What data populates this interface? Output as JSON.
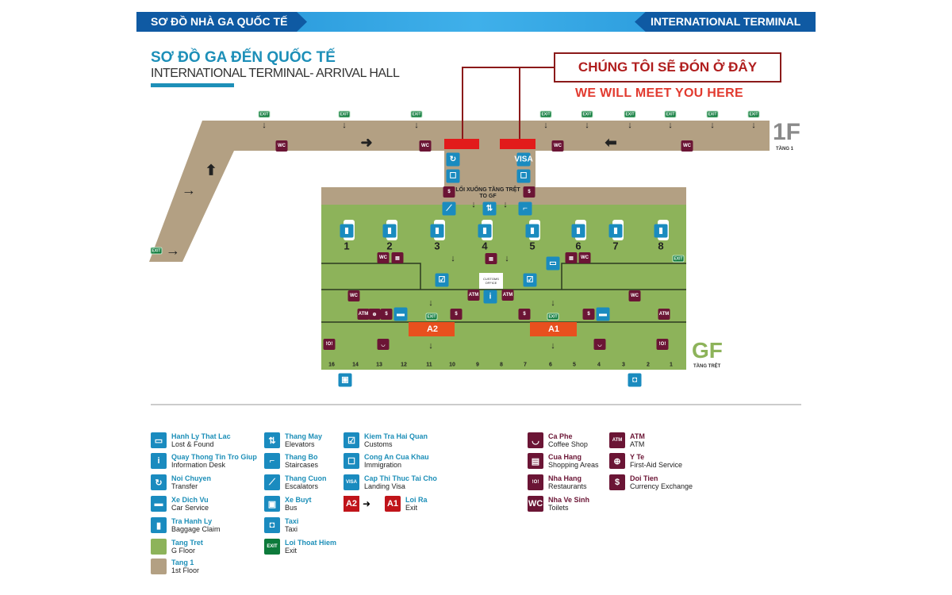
{
  "header": {
    "left": "SƠ ĐỒ NHÀ GA QUỐC TẾ",
    "right": "INTERNATIONAL TERMINAL"
  },
  "title": {
    "vn": "SƠ ĐỒ GA ĐẾN QUỐC TẾ",
    "en": "INTERNATIONAL TERMINAL- ARRIVAL HALL"
  },
  "callout": {
    "vn": "CHÚNG TÔI SẼ ĐÓN Ở ĐÂY",
    "en": "WE WILL MEET YOU HERE"
  },
  "map": {
    "floor1": {
      "label": "1F",
      "sub": "TẦNG 1"
    },
    "ground": {
      "label": "GF",
      "sub": "TẦNG TRỆT"
    },
    "down_to_gf": {
      "vn": "LỐI XUỐNG TẦNG TRỆT",
      "en": "TO GF"
    },
    "customs_office": "CUSTOMS OFFICE",
    "exit_label": "EXIT",
    "wc_label": "WC",
    "atm_label": "ATM",
    "visa_label": "VISA",
    "carousels": [
      "1",
      "2",
      "3",
      "4",
      "5",
      "6",
      "7",
      "8"
    ],
    "gates": [
      "16",
      "14",
      "13",
      "12",
      "11",
      "10",
      "9",
      "8",
      "7",
      "6",
      "5",
      "4",
      "3",
      "2",
      "1"
    ],
    "exits_area": {
      "a1": "A1",
      "a2": "A2"
    }
  },
  "legend": [
    {
      "vn": "Hanh Ly That Lac",
      "en": "Lost & Found",
      "icon": "lost-found-icon",
      "color": "#1a8bbf"
    },
    {
      "vn": "Quay Thong Tin Tro Giup",
      "en": "Information Desk",
      "icon": "info-icon",
      "color": "#1a8bbf"
    },
    {
      "vn": "Noi Chuyen",
      "en": "Transfer",
      "icon": "transfer-icon",
      "color": "#1a8bbf"
    },
    {
      "vn": "Xe Dich Vu",
      "en": "Car Service",
      "icon": "car-icon",
      "color": "#1a8bbf"
    },
    {
      "vn": "Tra Hanh Ly",
      "en": "Baggage Claim",
      "icon": "baggage-icon",
      "color": "#1a8bbf"
    },
    {
      "vn": "Tang Tret",
      "en": "G Floor",
      "icon": "g-floor-swatch",
      "color": "#8db35a"
    },
    {
      "vn": "Tang 1",
      "en": "1st Floor",
      "icon": "first-floor-swatch",
      "color": "#b3a083"
    },
    {
      "vn": "Thang May",
      "en": "Elevators",
      "icon": "elevator-icon",
      "color": "#1a8bbf"
    },
    {
      "vn": "Thang Bo",
      "en": "Staircases",
      "icon": "stairs-icon",
      "color": "#1a8bbf"
    },
    {
      "vn": "Thang Cuon",
      "en": "Escalators",
      "icon": "escalator-icon",
      "color": "#1a8bbf"
    },
    {
      "vn": "Xe Buyt",
      "en": "Bus",
      "icon": "bus-icon",
      "color": "#1a8bbf"
    },
    {
      "vn": "Taxi",
      "en": "Taxi",
      "icon": "taxi-icon",
      "color": "#1a8bbf"
    },
    {
      "vn": "Loi Thoat Hiem",
      "en": "Exit",
      "icon": "emergency-exit-icon",
      "color": "#0d7a3b"
    },
    {
      "vn": "Kiem Tra Hai Quan",
      "en": "Customs",
      "icon": "customs-icon",
      "color": "#1a8bbf"
    },
    {
      "vn": "Cong An Cua Khau",
      "en": "Immigration",
      "icon": "immigration-icon",
      "color": "#1a8bbf"
    },
    {
      "vn": "Cap Thi Thuc Tai Cho",
      "en": "Landing Visa",
      "icon": "visa-icon",
      "color": "#1a8bbf"
    },
    {
      "vn": "Loi Ra",
      "en": "Exit",
      "icon": "a2-to-a1-icon",
      "color": "#c0141a"
    },
    {
      "vn": "Ca Phe",
      "en": "Coffee Shop",
      "icon": "coffee-icon",
      "color": "#6b1535"
    },
    {
      "vn": "Cua Hang",
      "en": "Shopping Areas",
      "icon": "shop-icon",
      "color": "#6b1535"
    },
    {
      "vn": "Nha Hang",
      "en": "Restaurants",
      "icon": "restaurant-icon",
      "color": "#6b1535"
    },
    {
      "vn": "Nha Ve Sinh",
      "en": "Toilets",
      "icon": "toilet-icon",
      "color": "#6b1535"
    },
    {
      "vn": "ATM",
      "en": "ATM",
      "icon": "atm-icon",
      "color": "#6b1535"
    },
    {
      "vn": "Y Te",
      "en": "First-Aid Service",
      "icon": "first-aid-icon",
      "color": "#6b1535"
    },
    {
      "vn": "Doi Tien",
      "en": "Currency Exchange",
      "icon": "currency-exchange-icon",
      "color": "#6b1535"
    }
  ],
  "colors": {
    "blue": "#1a8bbf",
    "maroon": "#6b1535",
    "exit_green": "#0d7a3b",
    "meet_red": "#e21b1b",
    "gate_orange": "#e8501e",
    "ground": "#8db35a",
    "floor1": "#b3a083"
  }
}
